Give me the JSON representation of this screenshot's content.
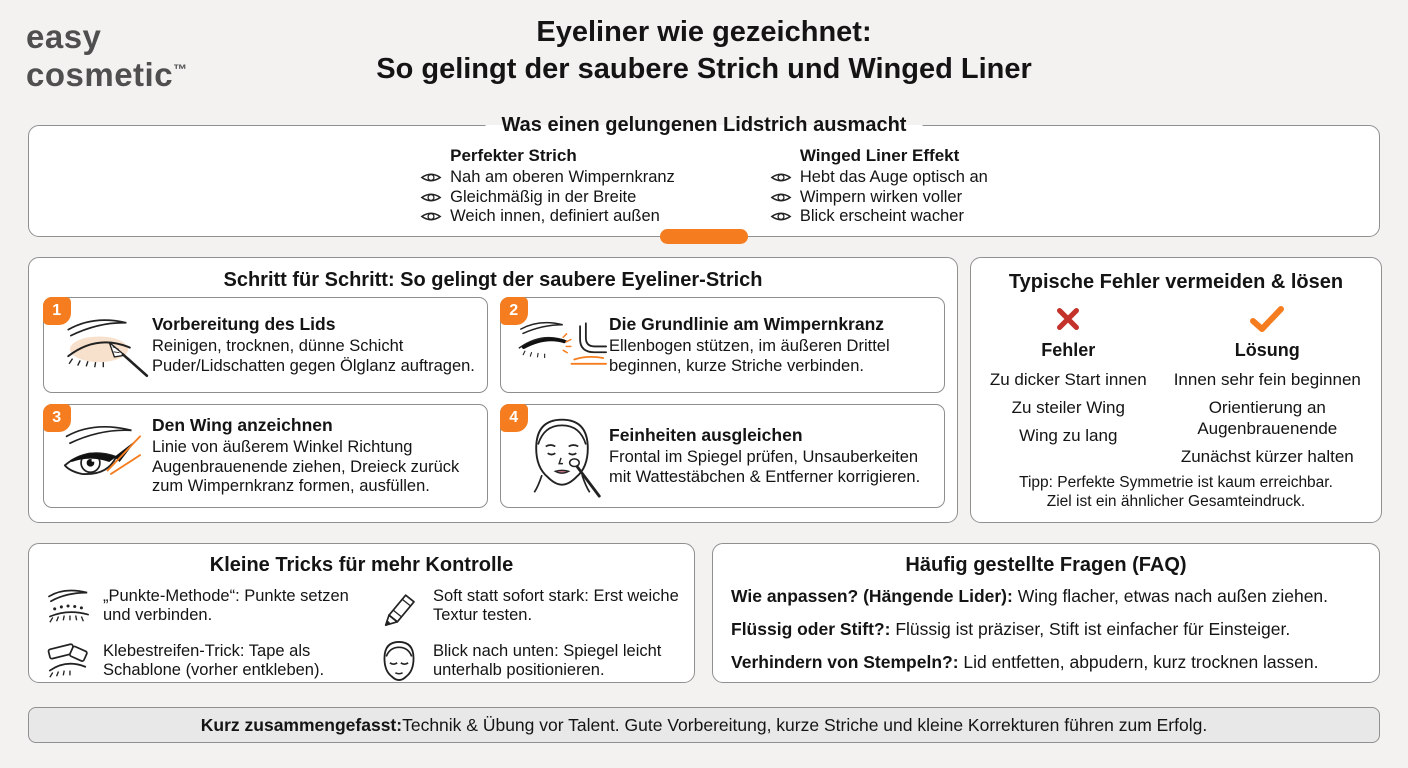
{
  "logo": {
    "line1": "easy",
    "line2": "cosmetic",
    "tm": "™"
  },
  "title": {
    "line1": "Eyeliner wie gezeichnet:",
    "line2": "So gelingt der saubere Strich und Winged Liner"
  },
  "benefits": {
    "title": "Was einen gelungenen Lidstrich ausmacht",
    "columns": [
      {
        "heading": "Perfekter Strich",
        "items": [
          "Nah am oberen Wimpernkranz",
          "Gleichmäßig in der Breite",
          "Weich innen, definiert außen"
        ]
      },
      {
        "heading": "Winged Liner Effekt",
        "items": [
          "Hebt das Auge optisch an",
          "Wimpern wirken voller",
          "Blick erscheint wacher"
        ]
      }
    ]
  },
  "steps": {
    "title": "Schritt für Schritt: So gelingt der saubere Eyeliner-Strich",
    "items": [
      {
        "number": "1",
        "heading": "Vorbereitung des Lids",
        "text": "Reinigen, trocknen, dünne Schicht Puder/Lidschatten gegen Ölglanz auftragen."
      },
      {
        "number": "2",
        "heading": "Die Grundlinie am Wimpernkranz",
        "text": "Ellenbogen stützen, im äußeren Drittel beginnen, kurze Striche verbinden."
      },
      {
        "number": "3",
        "heading": "Den Wing anzeichnen",
        "text": "Linie von äußerem Winkel Richtung Augenbrauenende ziehen, Dreieck zurück zum Wimpernkranz formen, ausfüllen."
      },
      {
        "number": "4",
        "heading": "Feinheiten ausgleichen",
        "text": "Frontal im Spiegel prüfen, Unsauberkeiten mit Wattestäbchen & Entferner korrigieren."
      }
    ]
  },
  "errors": {
    "title": "Typische Fehler vermeiden & lösen",
    "fehler": {
      "heading": "Fehler",
      "items": [
        "Zu dicker Start innen",
        "Zu steiler Wing",
        "Wing zu lang"
      ]
    },
    "loesung": {
      "heading": "Lösung",
      "items": [
        "Innen sehr fein beginnen",
        "Orientierung an Augenbrauenende",
        "Zunächst kürzer halten"
      ]
    },
    "tip_line1": "Tipp: Perfekte Symmetrie ist kaum erreichbar.",
    "tip_line2": "Ziel ist ein ähnlicher Gesamteindruck."
  },
  "tricks": {
    "title": "Kleine Tricks für mehr Kontrolle",
    "items": [
      {
        "text": "„Punkte-Methode“: Punkte setzen und verbinden."
      },
      {
        "text": "Soft statt sofort stark: Erst weiche Textur testen."
      },
      {
        "text": "Klebestreifen-Trick: Tape als Schablone (vorher entkleben)."
      },
      {
        "text": "Blick nach unten: Spiegel leicht unterhalb positionieren."
      }
    ]
  },
  "faq": {
    "title": "Häufig gestellte Fragen (FAQ)",
    "items": [
      {
        "q": "Wie anpassen? (Hängende Lider):",
        "a": " Wing flacher, etwas nach außen ziehen."
      },
      {
        "q": "Flüssig oder Stift?:",
        "a": " Flüssig ist präziser, Stift ist einfacher für Einsteiger."
      },
      {
        "q": "Verhindern von Stempeln?:",
        "a": " Lid entfetten, abpudern, kurz trocknen lassen."
      }
    ]
  },
  "summary": {
    "bold": "Kurz zusammengefasst:",
    "text": " Technik & Übung vor Talent. Gute Vorbereitung, kurze Striche und kleine Korrekturen führen zum Erfolg."
  },
  "colors": {
    "accent": "#F57D1F",
    "error_red": "#C4322C",
    "background": "#F3F2F1"
  }
}
